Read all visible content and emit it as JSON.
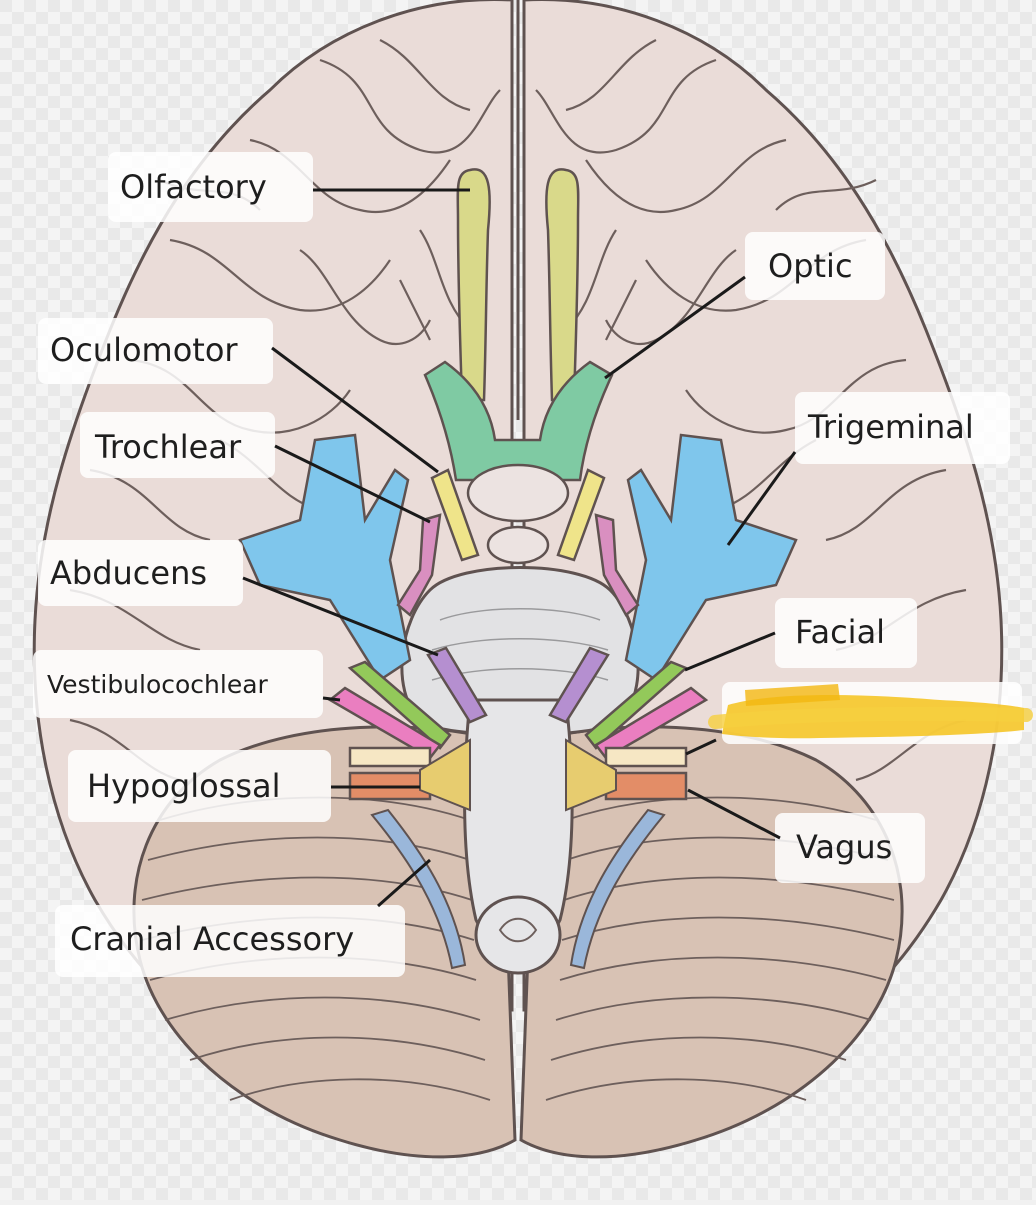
{
  "diagram": {
    "labels": {
      "olfactory": "Olfactory",
      "optic": "Optic",
      "oculomotor": "Oculomotor",
      "trigeminal": "Trigeminal",
      "trochlear": "Trochlear",
      "abducens": "Abducens",
      "facial": "Facial",
      "vestibulocochlear": "Vestibulocochlear",
      "hypoglossal": "Hypoglossal",
      "vagus": "Vagus",
      "cranial_accessory": "Cranial Accessory"
    },
    "highlight_color": "#f5c21b",
    "colors": {
      "brain": "#eadcd8",
      "brain_outline": "#5f5250",
      "cerebellum": "#d8c2b4",
      "brainstem": "#e2e2e4",
      "olfactory": "#d9d98a",
      "optic_chiasm": "#7fcaa3",
      "oculomotor": "#efe48a",
      "trochlear": "#d98fc0",
      "trigeminal": "#7fc6ec",
      "abducens": "#b58fd0",
      "facial": "#93c95a",
      "vestibulocochlear": "#ea7ec0",
      "glossopharyngeal": "#f6e7c4",
      "vagus": "#e38d67",
      "accessory": "#9ab7da",
      "hypoglossal_root": "#e7cc6f"
    }
  }
}
